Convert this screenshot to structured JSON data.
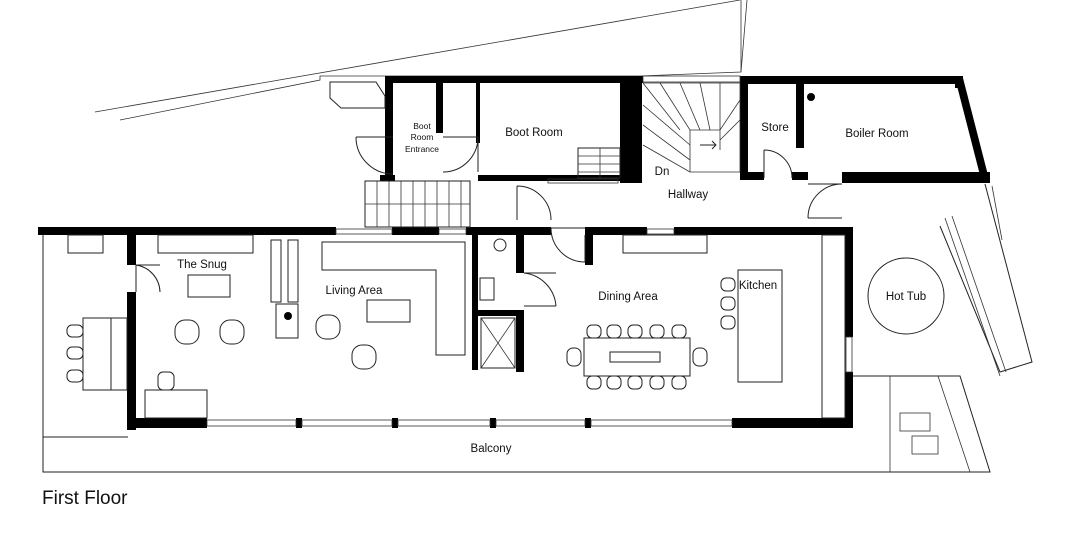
{
  "title": "First Floor",
  "rooms": {
    "boot_room_entrance": [
      "Boot",
      "Room",
      "Entrance"
    ],
    "boot_room": "Boot Room",
    "store": "Store",
    "boiler_room": "Boiler Room",
    "stairs_down": "Dn",
    "hallway": "Hallway",
    "snug": "The Snug",
    "living_area": "Living Area",
    "dining_area": "Dining Area",
    "kitchen": "Kitchen",
    "hot_tub": "Hot Tub",
    "balcony": "Balcony"
  }
}
